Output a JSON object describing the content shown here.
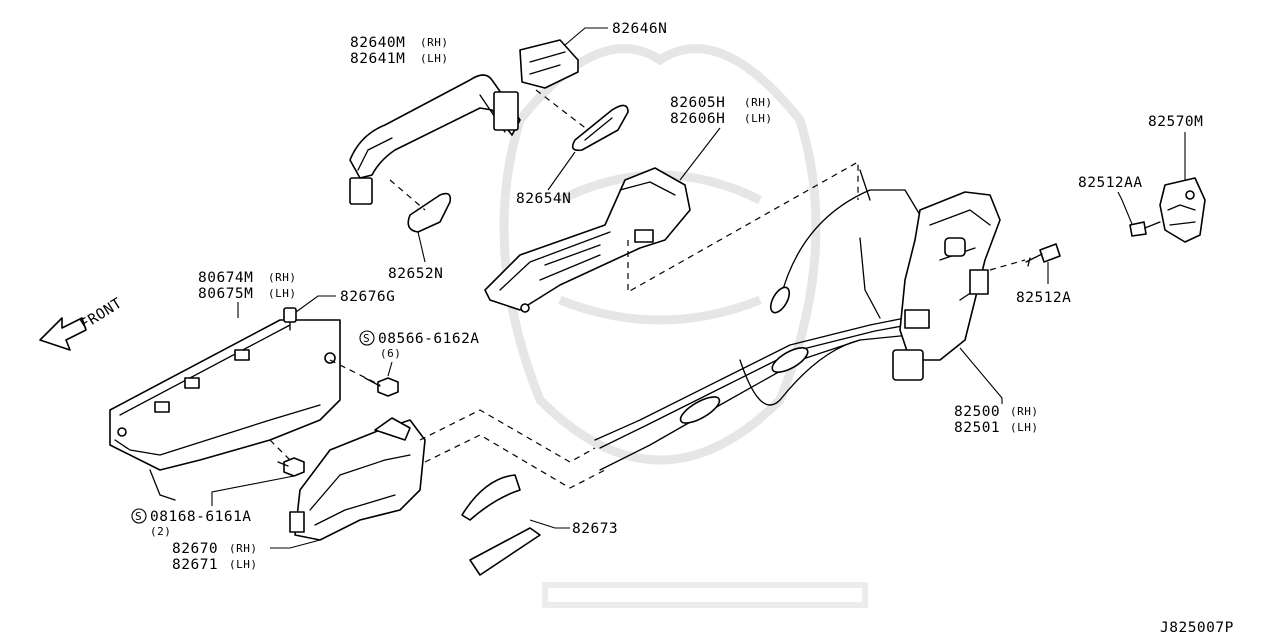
{
  "diagram_id": "J825007P",
  "front_label": "FRONT",
  "labels": {
    "p82640M": "82640M",
    "p82640M_sfx": "(RH)",
    "p82641M": "82641M",
    "p82641M_sfx": "(LH)",
    "p82646N": "82646N",
    "p82654N": "82654N",
    "p82652N": "82652N",
    "p82605H": "82605H",
    "p82605H_sfx": "(RH)",
    "p82606H": "82606H",
    "p82606H_sfx": "(LH)",
    "p82570M": "82570M",
    "p82512AA": "82512AA",
    "p82512A": "82512A",
    "p80674M": "80674M",
    "p80674M_sfx": "(RH)",
    "p80675M": "80675M",
    "p80675M_sfx": "(LH)",
    "p82676G": "82676G",
    "p08566": "08566-6162A",
    "p08566_qty": "(6)",
    "p08168": "08168-6161A",
    "p08168_qty": "(2)",
    "p82670": "82670",
    "p82670_sfx": "(RH)",
    "p82671": "82671",
    "p82671_sfx": "(LH)",
    "p82673": "82673",
    "p82500": "82500",
    "p82500_sfx": "(RH)",
    "p82501": "82501",
    "p82501_sfx": "(LH)"
  },
  "screw_symbol": "S"
}
